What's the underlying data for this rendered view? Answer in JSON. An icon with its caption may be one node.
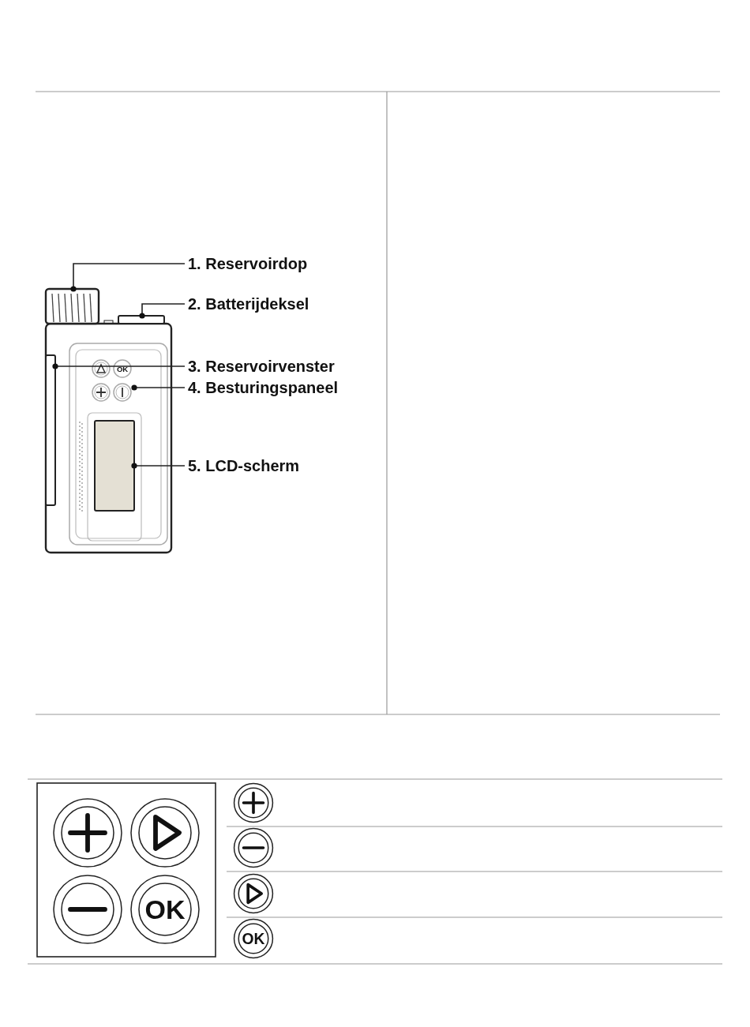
{
  "diagram": {
    "nodes": [
      {
        "text": [
          "1. Reservoirdop"
        ]
      },
      {
        "text": [
          "2. Batterijdeksel"
        ]
      },
      {
        "text": [
          "3. Reservoirvenster"
        ]
      },
      {
        "text": [
          "4. Besturingspaneel"
        ]
      },
      {
        "text": [
          "5. LCD-scherm"
        ]
      },
      {
        "text": [],
        "shape": "picture"
      },
      {
        "text": [],
        "shape": "box"
      },
      {
        "text": [],
        "shape": "box"
      },
      {
        "text": [],
        "shape": "picture"
      },
      {
        "text": [],
        "shape": "box"
      }
    ],
    "edges": [
      {
        "from": 0,
        "to": 5,
        "arrow": "other"
      },
      {
        "from": 1,
        "to": 6,
        "arrow": "other"
      },
      {
        "from": 2,
        "to": 7,
        "arrow": "other"
      },
      {
        "from": 3,
        "to": 8,
        "arrow": "other"
      },
      {
        "from": 4,
        "to": 9,
        "arrow": "other"
      }
    ],
    "labels": [
      "OK",
      "OK",
      "OK"
    ]
  }
}
